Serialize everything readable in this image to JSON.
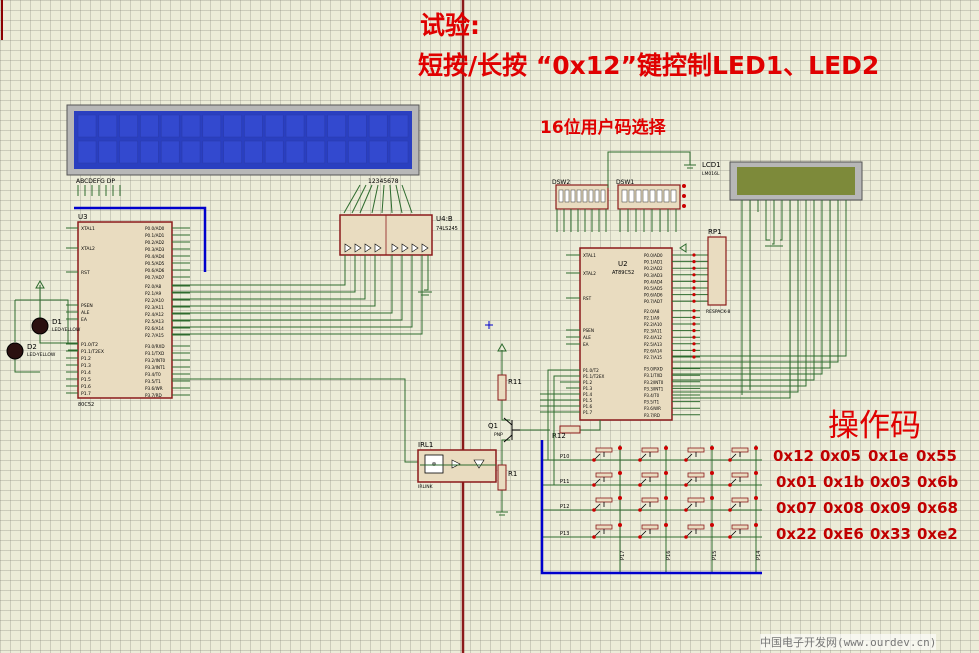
{
  "title": {
    "line1": "试验:",
    "line2": "短按/长按 “0x12”键控制LED1、LED2"
  },
  "subtitle": "16位用户码选择",
  "opcode_heading": "操作码",
  "opcodes": [
    [
      "0x12",
      "0x05",
      "0x1e",
      "0x55"
    ],
    [
      "0x01",
      "0x1b",
      "0x03",
      "0x6b"
    ],
    [
      "0x07",
      "0x08",
      "0x09",
      "0x68"
    ],
    [
      "0x22",
      "0xE6",
      "0x33",
      "0xe2"
    ]
  ],
  "components": {
    "u3": "U3",
    "u3_part": "80C52",
    "u4": "U4:B",
    "u4_part": "74LS245",
    "u2": "U2",
    "u2_part": "AT89C52",
    "lcd1": "LCD1",
    "lcd1_part": "LM016L",
    "rp1": "RP1",
    "rp1_part": "RESPACK-8",
    "dsw2": "DSW2",
    "dsw1": "DSW1",
    "d1": "D1",
    "d1_part": "LED-YELLOW",
    "d2": "D2",
    "d2_part": "LED-YELLOW",
    "irl1": "IRL1",
    "irl1_part": "IRLINK",
    "q1": "Q1",
    "q1_part": "PNP",
    "r11": "R11",
    "r12": "R12",
    "r1": "R1",
    "seg_label": "ABCDEFG DP",
    "digit_label": "12345678"
  },
  "u3_left_pins": [
    "XTAL1",
    "XTAL2",
    "RST",
    "PSEN",
    "ALE",
    "EA",
    "P1.0/T2",
    "P1.1/T2EX",
    "P1.2",
    "P1.3",
    "P1.4",
    "P1.5",
    "P1.6",
    "P1.7"
  ],
  "u3_right_pins": [
    "P0.0/AD0",
    "P0.1/AD1",
    "P0.2/AD2",
    "P0.3/AD3",
    "P0.4/AD4",
    "P0.5/AD5",
    "P0.6/AD6",
    "P0.7/AD7",
    "P2.0/A8",
    "P2.1/A9",
    "P2.2/A10",
    "P2.3/A11",
    "P2.4/A12",
    "P2.5/A13",
    "P2.6/A14",
    "P2.7/A15",
    "P3.0/RXD",
    "P3.1/TXD",
    "P3.2/INT0",
    "P3.3/INT1",
    "P3.4/T0",
    "P3.5/T1",
    "P3.6/WR",
    "P3.7/RD"
  ],
  "keypad_rows": [
    "P10",
    "P11",
    "P12",
    "P13"
  ],
  "keypad_cols": [
    "P17",
    "P16",
    "P15",
    "P14"
  ],
  "watermark": "中国电子开发网(www.ourdev.cn)",
  "colors": {
    "wire": "#2e6b2e",
    "bus": "#0000cc",
    "part_outline": "#8b1a1a",
    "part_fill": "#e9dcc0",
    "lcd_blue": "#2a3fc0",
    "lcd_green": "#7d8a3a",
    "title_red": "#e00000",
    "divider": "#8b0000"
  }
}
